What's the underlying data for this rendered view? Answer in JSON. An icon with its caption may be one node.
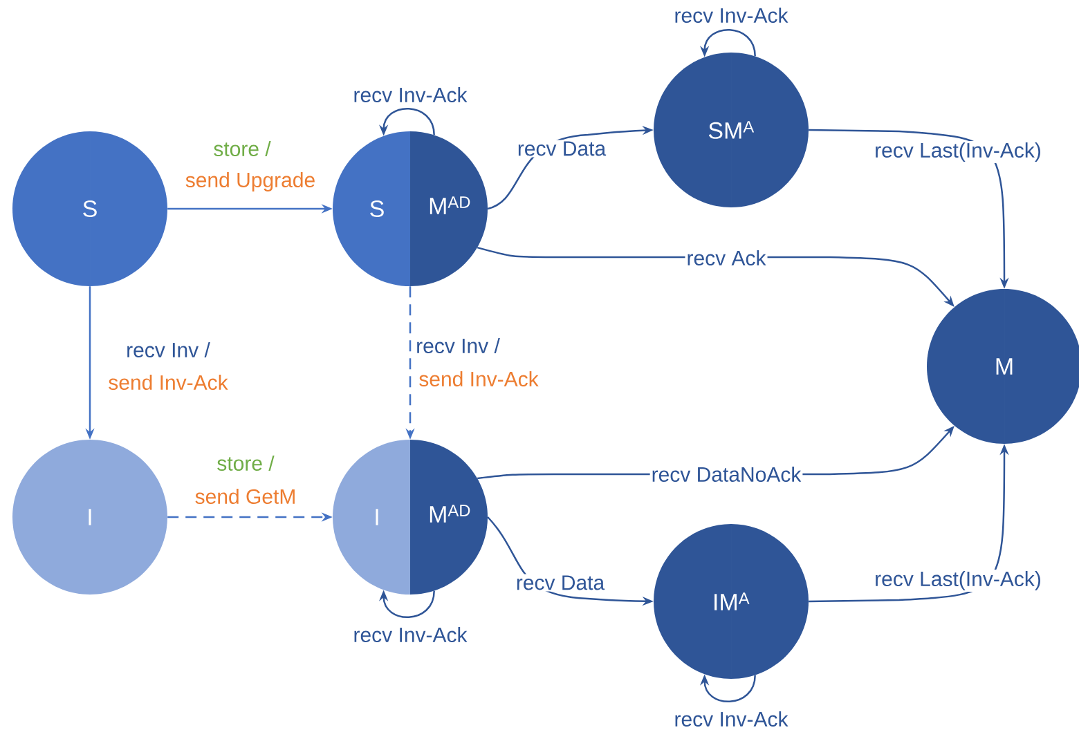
{
  "diagram": {
    "nodes": [
      {
        "text": [
          "S"
        ]
      },
      {
        "text": [
          "S",
          "M$^{AD}$"
        ]
      },
      {
        "text": [
          "SM$^{A}$"
        ]
      },
      {
        "text": [
          "M"
        ]
      },
      {
        "text": [
          "I"
        ]
      },
      {
        "text": [
          "I",
          "M$^{AD}$"
        ]
      },
      {
        "text": [
          "IM$^{A}$"
        ]
      }
    ],
    "edges": [
      {
        "from": 0,
        "to": 1,
        "arrow": "to",
        "color": "#4472c4"
      },
      {
        "from": 0,
        "to": 4,
        "arrow": "to",
        "color": "#4472c4"
      },
      {
        "from": 1,
        "to": 1,
        "arrow": "to",
        "label": "recv Inv-Ack"
      },
      {
        "from": 1,
        "to": 2,
        "arrow": "to",
        "label": "recv Data"
      },
      {
        "from": 1,
        "to": 3,
        "arrow": "to",
        "label": "recv Ack"
      },
      {
        "from": 1,
        "to": 5,
        "arrow": "to",
        "style": "dashed",
        "color": "#4472c4"
      },
      {
        "from": 4,
        "to": 5,
        "arrow": "to",
        "style": "dashed",
        "color": "#4472c4"
      },
      {
        "from": 5,
        "to": 5,
        "arrow": "to",
        "label": "recv Inv-Ack"
      },
      {
        "from": 5,
        "to": 3,
        "arrow": "to",
        "label": "recv DataNoAck"
      },
      {
        "from": 5,
        "to": 6,
        "arrow": "to",
        "label": "recv Data"
      },
      {
        "from": 2,
        "to": 2,
        "arrow": "to",
        "label": "recv Inv-Ack"
      },
      {
        "from": 2,
        "to": 3,
        "arrow": "to",
        "label": "recv Last(Inv-Ack)"
      },
      {
        "from": 6,
        "to": 6,
        "arrow": "to",
        "label": "recv Inv-Ack"
      },
      {
        "from": 6,
        "to": 3,
        "arrow": "to",
        "label": "recv Last(Inv-Ack)"
      }
    ],
    "labels": [
      "store /",
      "send Upgrade",
      "recv Inv /",
      "send Inv-Ack",
      "recv Inv /",
      "send Inv-Ack",
      "store /",
      "send GetM"
    ]
  }
}
